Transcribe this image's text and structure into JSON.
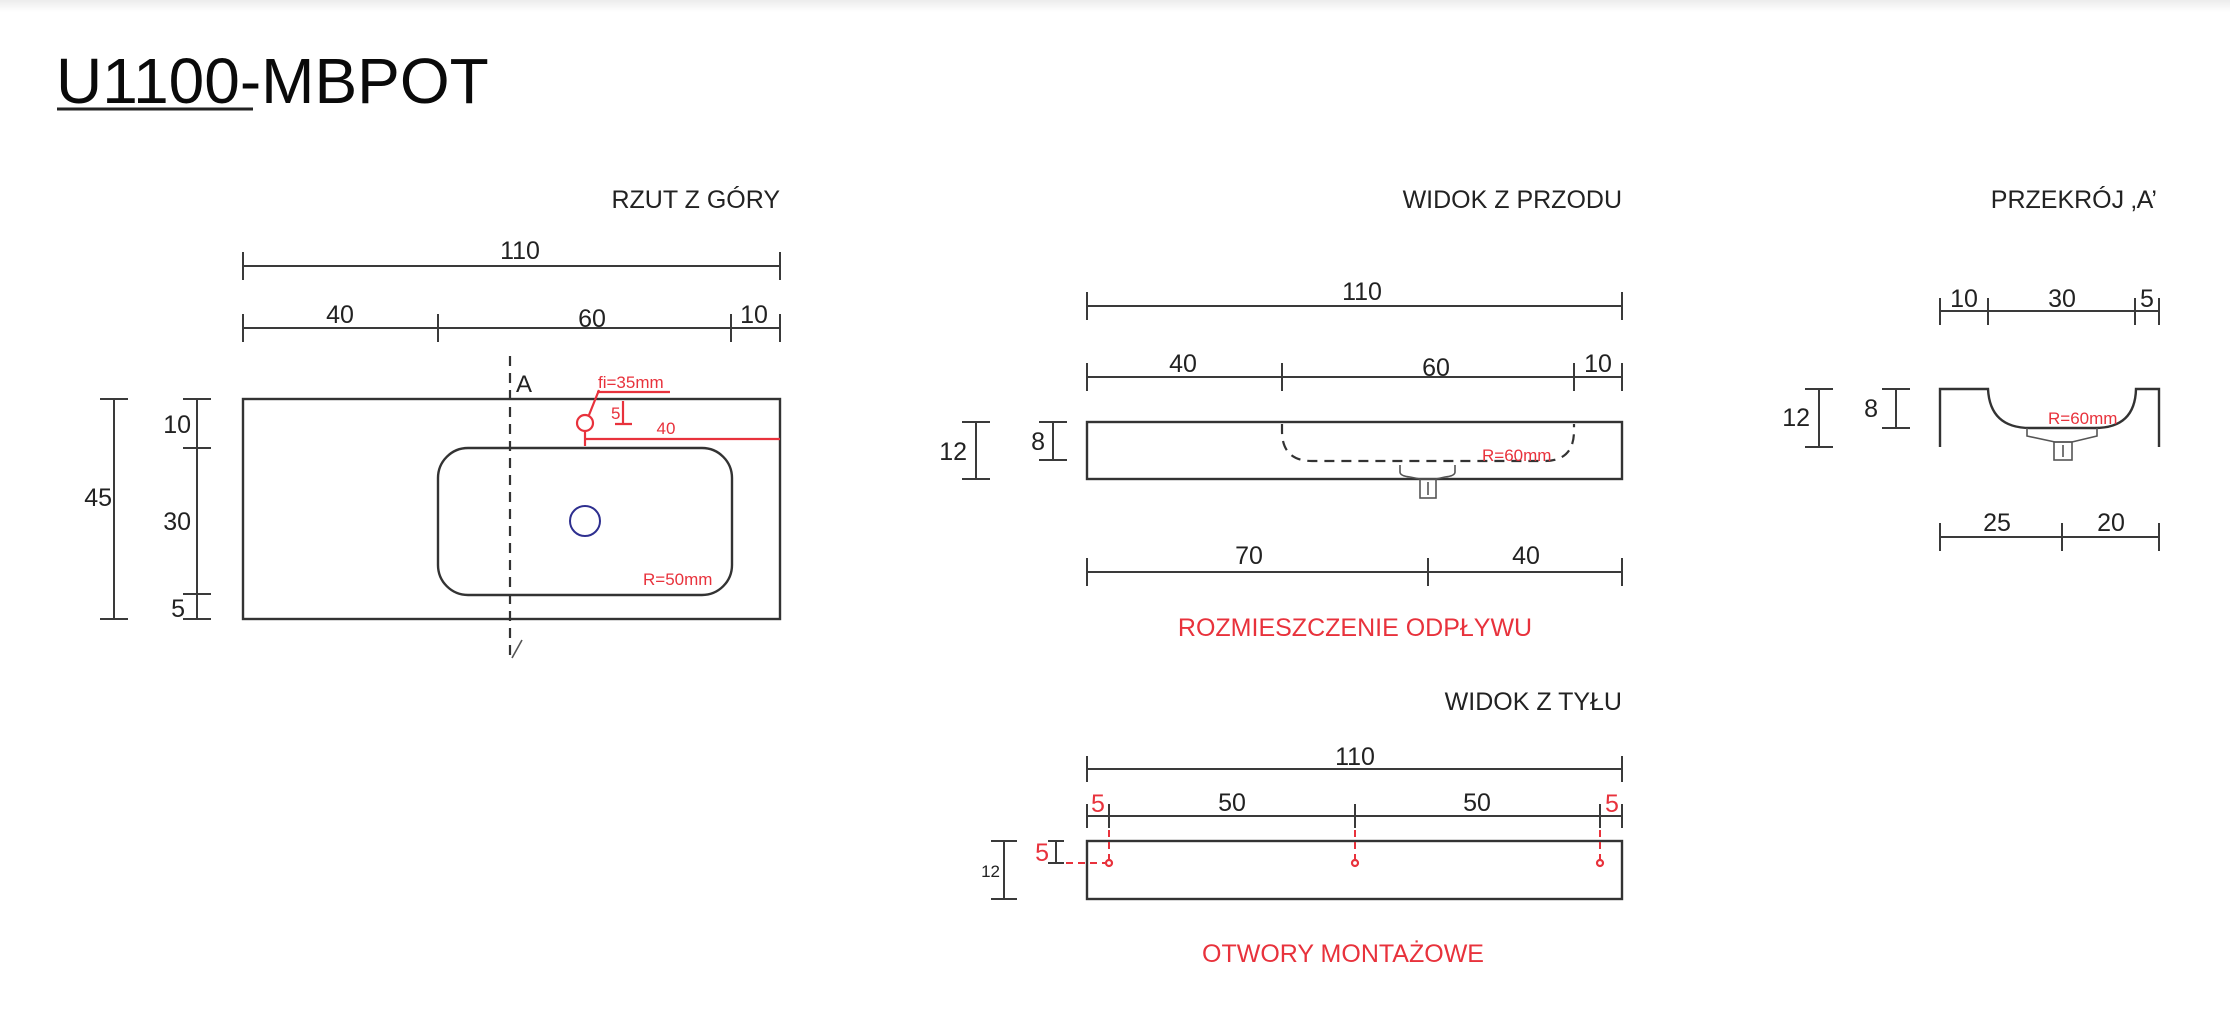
{
  "header": {
    "model_underlined": "U1100",
    "model_rest": "-MBPOT"
  },
  "top_view": {
    "title": "RZUT Z GÓRY",
    "width_total": "110",
    "width_parts": [
      "40",
      "60",
      "10"
    ],
    "depth_total": "45",
    "depth_parts": [
      "10",
      "30",
      "5"
    ],
    "section_marker": "A",
    "tap_hole_label": "fi=35mm",
    "tap_offset_top": "5",
    "tap_offset_right": "40",
    "basin_radius": "R=50mm"
  },
  "front_view": {
    "title": "WIDOK Z PRZODU",
    "width_total": "110",
    "width_parts": [
      "40",
      "60",
      "10"
    ],
    "height_total": "12",
    "basin_depth": "8",
    "basin_radius": "R=60mm",
    "drain_position": [
      "70",
      "40"
    ],
    "drain_caption": "ROZMIESZCZENIE ODPŁYWU"
  },
  "back_view": {
    "title": "WIDOK Z TYŁU",
    "width_total": "110",
    "hole_spacing": [
      "5",
      "50",
      "50",
      "5"
    ],
    "height_total": "12",
    "hole_offset": "5",
    "caption": "OTWORY MONTAŻOWE"
  },
  "section_view": {
    "title": "PRZEKRÓJ ‚A’",
    "width_parts": [
      "10",
      "30",
      "5"
    ],
    "height_total": "12",
    "basin_depth": "8",
    "basin_radius": "R=60mm",
    "drain_position": [
      "25",
      "20"
    ]
  },
  "colors": {
    "annotation_red": "#e8323c",
    "drain_blue": "#2e2f8f",
    "line": "#333333"
  }
}
